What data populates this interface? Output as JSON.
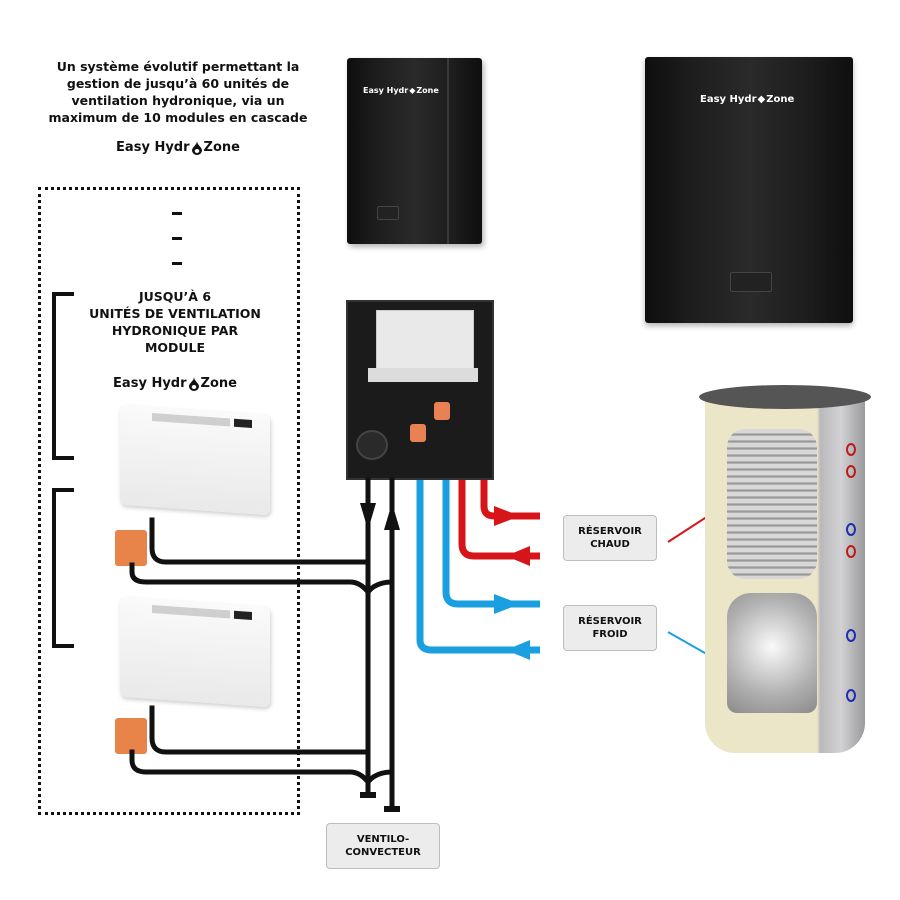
{
  "intro": {
    "lines": [
      "Un système évolutif permettant la",
      "gestion de jusqu’à 60 unités de",
      "ventilation hydronique, via un",
      "maximum de 10 modules en cascade"
    ]
  },
  "brand": {
    "left": "Easy Hydr",
    "right": "Zone",
    "icon": "flame-drop-icon"
  },
  "module_group": {
    "lines": [
      "JUSQU’À 6",
      "UNITÉS DE VENTILATION",
      "HYDRONIQUE PAR",
      "MODULE"
    ]
  },
  "labels": {
    "hot_tank": [
      "RÉSERVOIR",
      "CHAUD"
    ],
    "cold_tank": [
      "RÉSERVOIR",
      "FROID"
    ],
    "fan_coil": [
      "VENTILO-",
      "CONVECTEUR"
    ]
  },
  "colors": {
    "hot": "#d7141a",
    "cold": "#1aa0e0",
    "pipe": "#111111",
    "actuator": "#e8834a",
    "tank_insulation": "#ece6c8",
    "tank_shell": "#a9a9ab"
  }
}
